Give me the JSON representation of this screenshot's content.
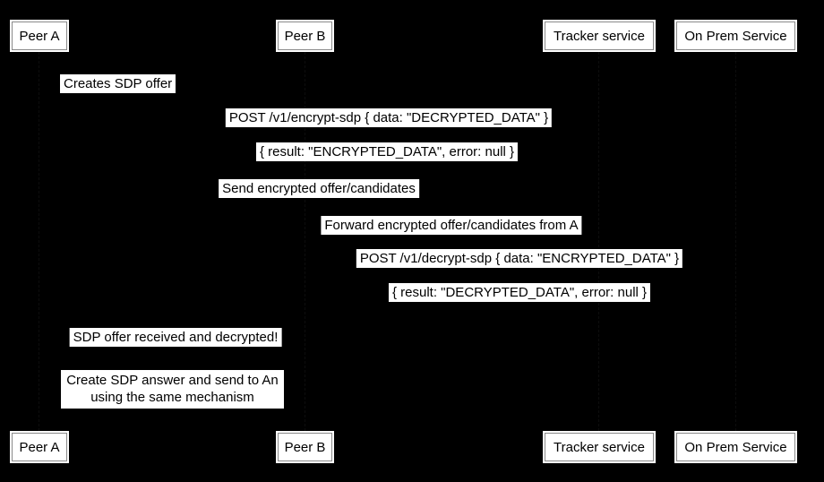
{
  "diagram": {
    "type": "sequence-diagram",
    "colors": {
      "background": "#000000",
      "box_fill": "#ffffff",
      "box_border": "#8a8a8a",
      "text": "#000000"
    },
    "participants": [
      {
        "label": "Peer A"
      },
      {
        "label": "Peer B"
      },
      {
        "label": "Tracker service"
      },
      {
        "label": "On Prem Service"
      }
    ],
    "messages": [
      {
        "label": "Creates SDP offer",
        "from": "Peer A",
        "to": "Peer A"
      },
      {
        "label": "POST /v1/encrypt-sdp { data: \"DECRYPTED_DATA\" }",
        "from": "Peer A",
        "to": "On Prem Service"
      },
      {
        "label": "{ result: \"ENCRYPTED_DATA\", error: null }",
        "from": "On Prem Service",
        "to": "Peer A"
      },
      {
        "label": "Send encrypted offer/candidates",
        "from": "Peer A",
        "to": "Tracker service"
      },
      {
        "label": "Forward encrypted offer/candidates from A",
        "from": "Tracker service",
        "to": "Peer B"
      },
      {
        "label": "POST /v1/decrypt-sdp { data: \"ENCRYPTED_DATA\" }",
        "from": "Peer B",
        "to": "On Prem Service"
      },
      {
        "label": "{ result: \"DECRYPTED_DATA\", error: null }",
        "from": "On Prem Service",
        "to": "Peer B"
      },
      {
        "label": "SDP offer received and decrypted!",
        "from": "Peer B",
        "to": "Peer A"
      }
    ],
    "note": {
      "lines": [
        "Create SDP answer and send to An",
        "using the same mechanism"
      ]
    }
  }
}
